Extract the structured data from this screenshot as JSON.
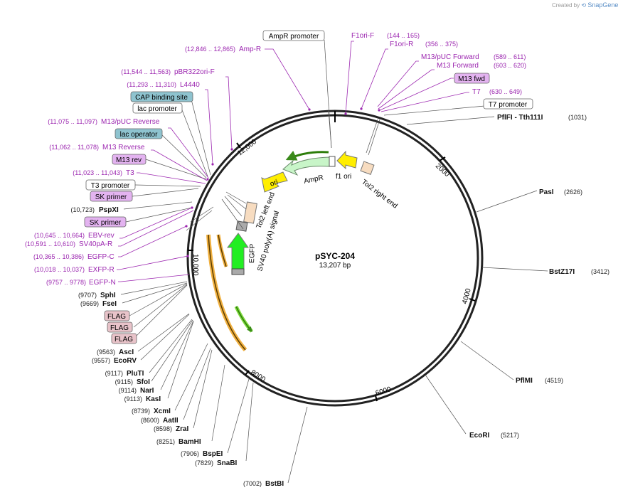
{
  "credit": {
    "prefix": "Created by",
    "brand": "SnapGene"
  },
  "plasmid": {
    "name": "pSYC-204",
    "length": "13,207 bp"
  },
  "ticks": [
    "2000",
    "4000",
    "6000",
    "8000",
    "10,000",
    "12,000"
  ],
  "sites_right": [
    {
      "name": "PflFI - Tth111I",
      "pos": "(1031)"
    },
    {
      "name": "PasI",
      "pos": "(2626)"
    },
    {
      "name": "BstZ17I",
      "pos": "(3412)"
    },
    {
      "name": "PflMI",
      "pos": "(4519)"
    },
    {
      "name": "EcoRI",
      "pos": "(5217)"
    }
  ],
  "sites_left": [
    {
      "name": "BstBI",
      "pos": "(7002)"
    },
    {
      "name": "SnaBI",
      "pos": "(7829)"
    },
    {
      "name": "BspEI",
      "pos": "(7906)"
    },
    {
      "name": "BamHI",
      "pos": "(8251)"
    },
    {
      "name": "ZraI",
      "pos": "(8598)"
    },
    {
      "name": "AatII",
      "pos": "(8600)"
    },
    {
      "name": "XcmI",
      "pos": "(8739)"
    },
    {
      "name": "KasI",
      "pos": "(9113)"
    },
    {
      "name": "NarI",
      "pos": "(9114)"
    },
    {
      "name": "SfoI",
      "pos": "(9115)"
    },
    {
      "name": "PluTI",
      "pos": "(9117)"
    },
    {
      "name": "EcoRV",
      "pos": "(9557)"
    },
    {
      "name": "AscI",
      "pos": "(9563)"
    },
    {
      "name": "FseI",
      "pos": "(9669)"
    },
    {
      "name": "SphI",
      "pos": "(9707)"
    },
    {
      "name": "PspXI",
      "pos": "(10,723)"
    }
  ],
  "primers_left": [
    {
      "name": "EGFP-N",
      "pos": "(9757 .. 9778)"
    },
    {
      "name": "EXFP-R",
      "pos": "(10,018 .. 10,037)"
    },
    {
      "name": "EGFP-C",
      "pos": "(10,365 .. 10,386)"
    },
    {
      "name": "SV40pA-R",
      "pos": "(10,591 .. 10,610)"
    },
    {
      "name": "EBV-rev",
      "pos": "(10,645 .. 10,664)"
    },
    {
      "name": "T3",
      "pos": "(11,023 .. 11,043)"
    },
    {
      "name": "M13 Reverse",
      "pos": "(11,062 .. 11,078)"
    },
    {
      "name": "M13/pUC Reverse",
      "pos": "(11,075 .. 11,097)"
    },
    {
      "name": "L4440",
      "pos": "(11,293 .. 11,310)"
    },
    {
      "name": "pBR322ori-F",
      "pos": "(11,544 .. 11,563)"
    },
    {
      "name": "Amp-R",
      "pos": "(12,846 .. 12,865)"
    }
  ],
  "primers_top": [
    {
      "name": "F1ori-F",
      "pos": "(144 .. 165)"
    },
    {
      "name": "F1ori-R",
      "pos": "(356 .. 375)"
    },
    {
      "name": "M13/pUC Forward",
      "pos": "(589 .. 611)"
    },
    {
      "name": "M13 Forward",
      "pos": "(603 .. 620)"
    },
    {
      "name": "T7",
      "pos": "(630 .. 649)"
    }
  ],
  "boxed": {
    "ampr_promoter": "AmpR promoter",
    "m13_fwd": "M13 fwd",
    "t7_promoter": "T7 promoter",
    "cap_binding_site": "CAP binding site",
    "lac_promoter": "lac promoter",
    "lac_operator": "lac operator",
    "m13_rev": "M13 rev",
    "t3_promoter": "T3 promoter",
    "sk_primer_1": "SK primer",
    "sk_primer_2": "SK primer",
    "flag_1": "FLAG",
    "flag_2": "FLAG",
    "flag_3": "FLAG"
  },
  "features": {
    "ampr": "AmpR",
    "f1_ori": "f1 ori",
    "tol2_right": "Tol2 right end",
    "ori": "ori",
    "tol2_left": "Tol2 left end",
    "sv40": "SV40 poly(A) signal",
    "egfp": "EGFP"
  },
  "colors": {
    "primer": "#9c27b0",
    "primer_box": "#e3b3f0",
    "operator_box": "#8ec3cf",
    "flag_box": "#e8c3c9",
    "ampr": "#c8f5c8",
    "ori": "#ffee00",
    "egfp": "#22ee22",
    "orf": "#f0b040",
    "tol2": "#f7dcc0"
  }
}
